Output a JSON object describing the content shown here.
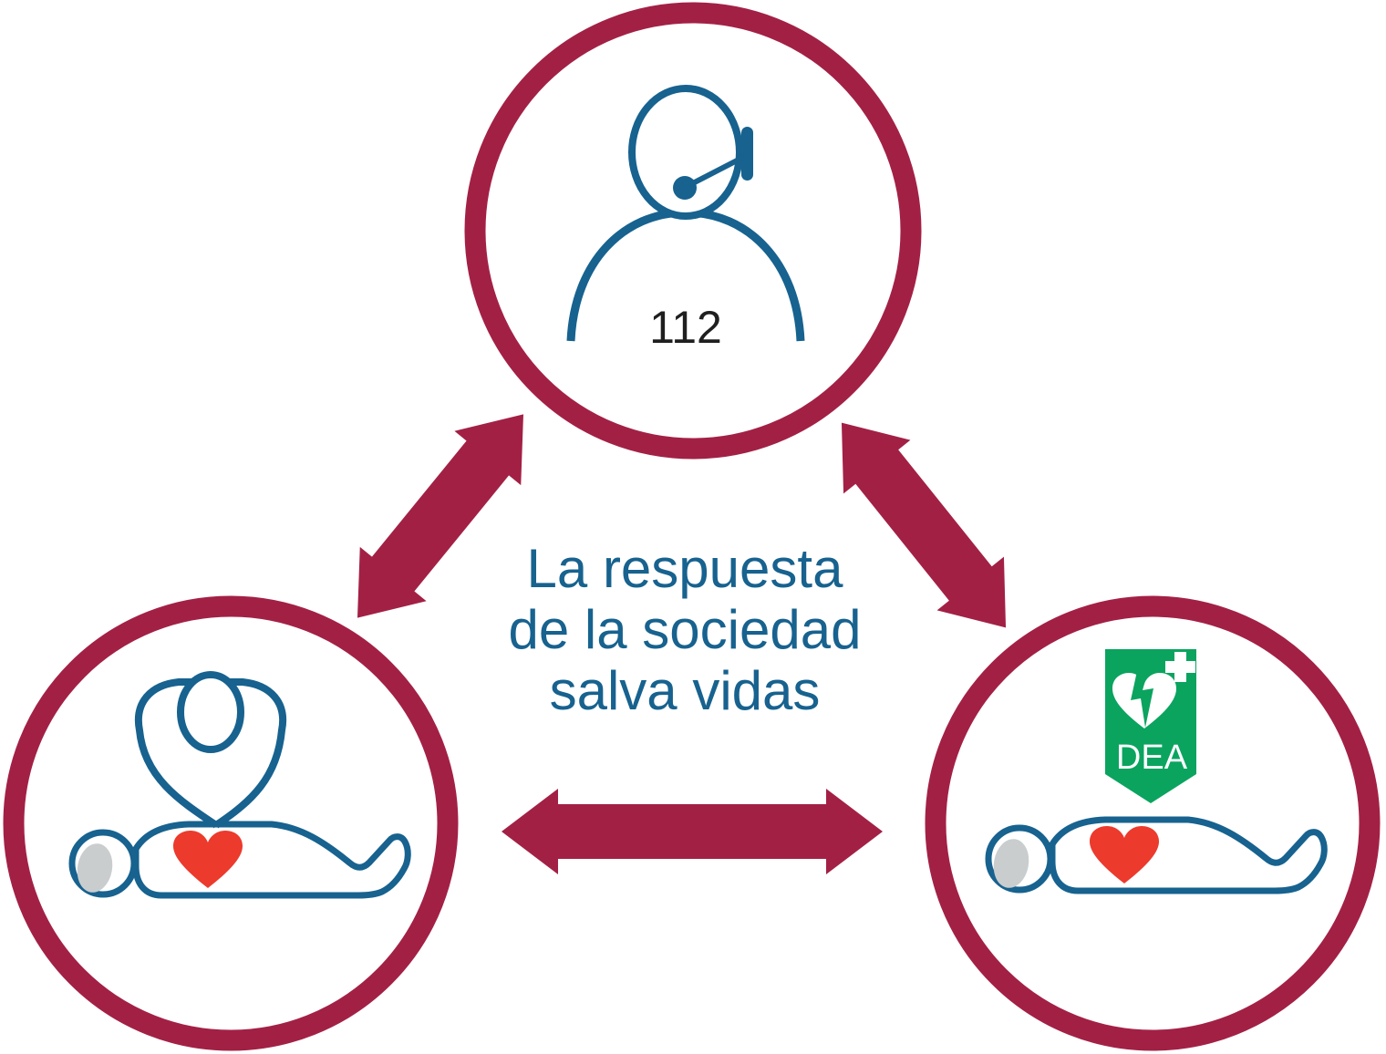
{
  "colors": {
    "maroon": "#A32045",
    "blue": "#17628F",
    "red": "#EC3A2D",
    "gray": "#C9CDCE",
    "green": "#0AA45F",
    "dark": "#1F1F1F"
  },
  "center_message": {
    "line1": "La respuesta",
    "line2": "de la sociedad",
    "line3": "salva vidas"
  },
  "nodes": {
    "dispatcher": {
      "label": "112",
      "icon": "dispatcher-headset-icon"
    },
    "cpr": {
      "icon": "cpr-compressions-icon"
    },
    "aed": {
      "sign_label": "DEA",
      "icon": "aed-sign-icon"
    }
  }
}
